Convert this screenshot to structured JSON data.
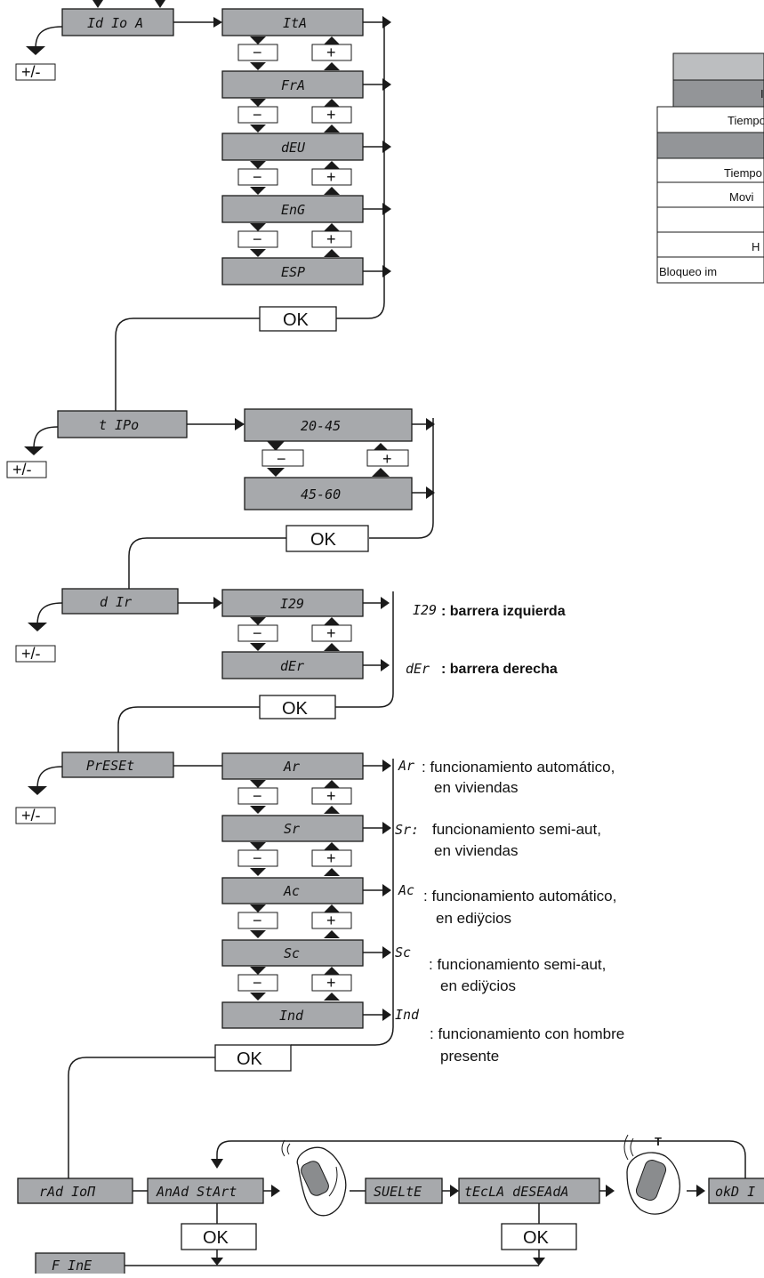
{
  "colors": {
    "display_fill": "#a7a9ac",
    "line": "#1a1a1a",
    "table_header": "#bcbec0",
    "table_header2": "#939598"
  },
  "symbols": {
    "minus": "−",
    "plus": "+",
    "plus_minus": "+/-",
    "ok": "OK"
  },
  "idioma": {
    "label": "Id Io A",
    "options": [
      "ItA",
      "FrA",
      "dEU",
      "EnG",
      "ESP"
    ]
  },
  "tipo": {
    "label": "t IPo",
    "options": [
      "20-45",
      "45-60"
    ]
  },
  "dir": {
    "label": "d Ir",
    "options": [
      "I29",
      "dEr"
    ],
    "notes": [
      {
        "code": "I29",
        "text": ": barrera izquierda"
      },
      {
        "code": "dEr",
        "text": ": barrera derecha"
      }
    ]
  },
  "preset": {
    "label": "PrESEt",
    "options": [
      "Ar",
      "Sr",
      "Ac",
      "Sc",
      "Ind"
    ],
    "notes": [
      {
        "code": "Ar",
        "line1": ": funcionamiento automático,",
        "line2": "en viviendas"
      },
      {
        "code": "Sr:",
        "line1": "funcionamiento semi-aut,",
        "line2": "en viviendas"
      },
      {
        "code": "Ac",
        "line1": ": funcionamiento automático,",
        "line2": "en ediÿcios"
      },
      {
        "code": "Sc",
        "line1": ": funcionamiento semi-aut,",
        "line2": "en ediÿcios"
      },
      {
        "code": "Ind",
        "line1": ": funcionamiento con hombre",
        "line2": "presente"
      }
    ]
  },
  "radio": {
    "label": "rAd IoП",
    "steps": [
      "AnAd StArt",
      "SUELtE",
      "tEcLA dESEAdA",
      "okD I"
    ]
  },
  "fine": {
    "label": "F InE"
  },
  "side_table": {
    "rows": [
      "",
      "I",
      "Tiempo",
      "",
      "Tiempo",
      "Movi",
      "",
      "H",
      "Bloqueo im"
    ]
  }
}
